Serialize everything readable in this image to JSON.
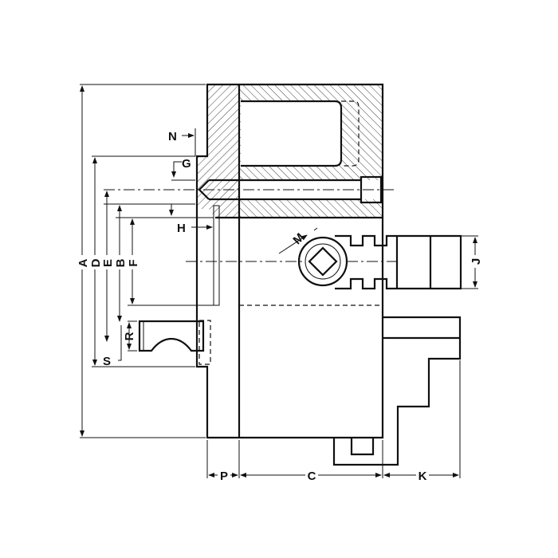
{
  "labels": {
    "A": "A",
    "D": "D",
    "E": "E",
    "B": "B",
    "F": "F",
    "N": "N",
    "G": "G",
    "H": "H",
    "M": "M",
    "J": "J",
    "R": "R",
    "S": "S",
    "P": "P",
    "C": "C",
    "K": "K"
  },
  "colors": {
    "line": "#111111",
    "background": "#ffffff"
  }
}
